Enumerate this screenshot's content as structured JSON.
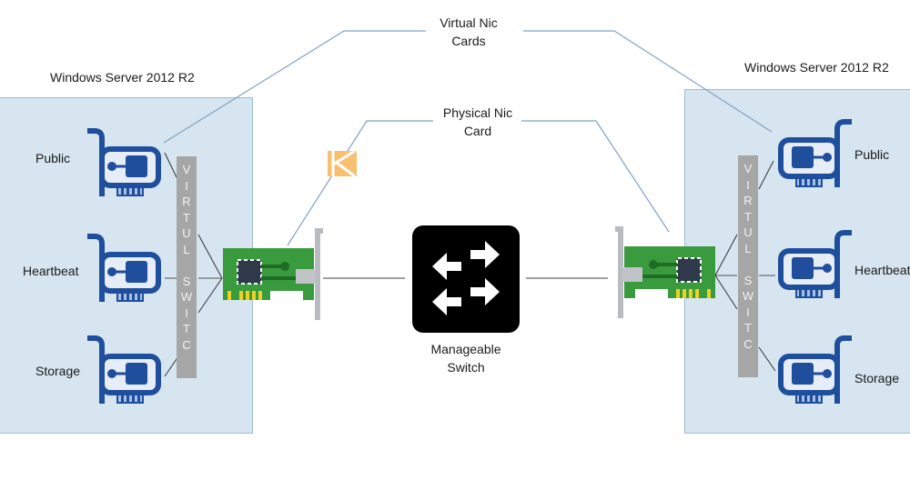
{
  "diagram": {
    "left_server": {
      "title": "Windows Server 2012 R2",
      "vnics": [
        {
          "label": "Public"
        },
        {
          "label": "Heartbeat"
        },
        {
          "label": "Storage"
        }
      ],
      "virtual_switch_letters": [
        "V",
        "I",
        "R",
        "T",
        "U",
        "L",
        "",
        "S",
        "W",
        "I",
        "T",
        "C"
      ]
    },
    "right_server": {
      "title": "Windows Server 2012 R2",
      "vnics": [
        {
          "label": "Public"
        },
        {
          "label": "Heartbeat"
        },
        {
          "label": "Storage"
        }
      ],
      "virtual_switch_letters": [
        "V",
        "I",
        "R",
        "T",
        "U",
        "L",
        "",
        "S",
        "W",
        "I",
        "T",
        "C"
      ]
    },
    "callouts": {
      "virtual_nic_line1": "Virtual Nic",
      "virtual_nic_line2": "Cards",
      "physical_nic_line1": "Physical Nic",
      "physical_nic_line2": "Card"
    },
    "switch": {
      "label_line1": "Manageable",
      "label_line2": "Switch",
      "icon": "switch-arrows-icon"
    },
    "colors": {
      "server_bg": "#d6e5ef",
      "vnic_blue": "#1f4e9c",
      "pnic_green": "#3a9a3e",
      "vswitch_gray": "#a6a6a6",
      "callout_line": "#7fa2c6",
      "watermark_orange": "#f8bf70"
    }
  }
}
